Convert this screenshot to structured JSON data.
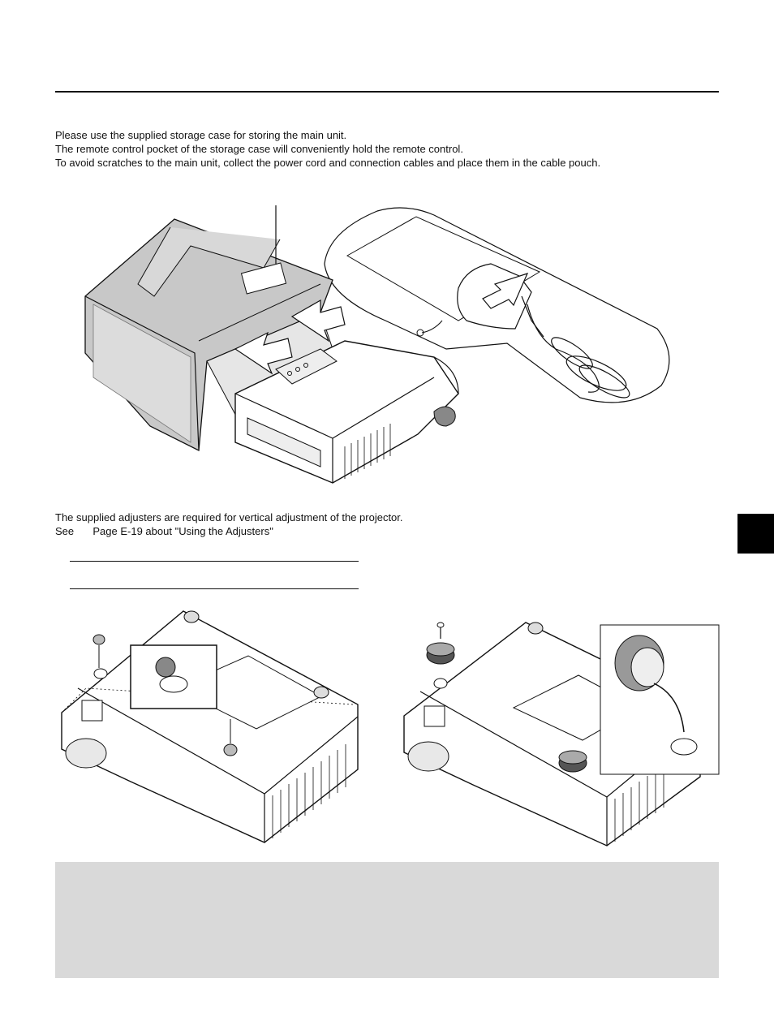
{
  "intro": {
    "line1": "Please use the supplied storage case for storing the main unit.",
    "line2": "The remote control pocket of the storage case will conveniently hold the remote control.",
    "line3": "To avoid scratches to the main unit, collect the power cord and connection cables and place them in the cable pouch."
  },
  "adjusters": {
    "line1": "The supplied adjusters are required for vertical adjustment of the projector.",
    "see_label": "See",
    "see_ref": "Page E-19 about \"Using the Adjusters\""
  },
  "colors": {
    "rule": "#111111",
    "side_tab": "#000000",
    "note_background": "#d9d9d9",
    "case_fill": "#c8c8c8"
  }
}
